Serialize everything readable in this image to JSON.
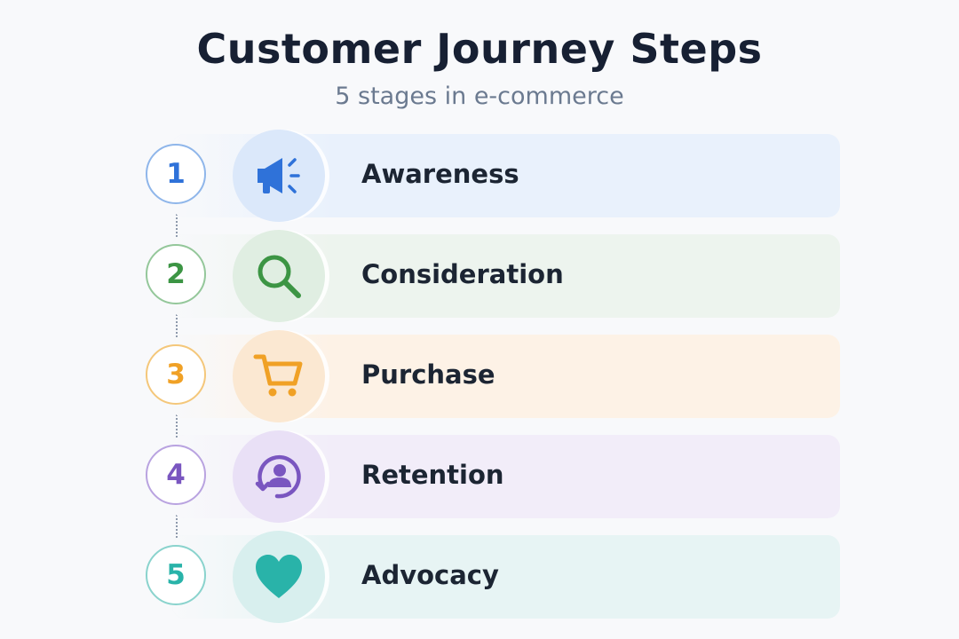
{
  "header": {
    "title": "Customer Journey Steps",
    "subtitle": "5 stages in e-commerce"
  },
  "steps": [
    {
      "number": "1",
      "label": "Awareness",
      "icon": "megaphone-icon",
      "color": "#2f72d9",
      "card_bg": "#e9f1fc",
      "icon_bg": "#dbe8fa",
      "border": "#8fb6ea"
    },
    {
      "number": "2",
      "label": "Consideration",
      "icon": "magnifier-icon",
      "color": "#3c9544",
      "card_bg": "#edf4ee",
      "icon_bg": "#e0eee2",
      "border": "#94c79a"
    },
    {
      "number": "3",
      "label": "Purchase",
      "icon": "shopping-cart-icon",
      "color": "#f0a126",
      "card_bg": "#fdf2e6",
      "icon_bg": "#fbe8d2",
      "border": "#f4c77a"
    },
    {
      "number": "4",
      "label": "Retention",
      "icon": "returning-user-icon",
      "color": "#7a56c0",
      "card_bg": "#f2edf9",
      "icon_bg": "#e9e0f6",
      "border": "#b9a3e0"
    },
    {
      "number": "5",
      "label": "Advocacy",
      "icon": "heart-icon",
      "color": "#29b3a9",
      "card_bg": "#e7f4f4",
      "icon_bg": "#d8efee",
      "border": "#8ad3cd"
    }
  ]
}
